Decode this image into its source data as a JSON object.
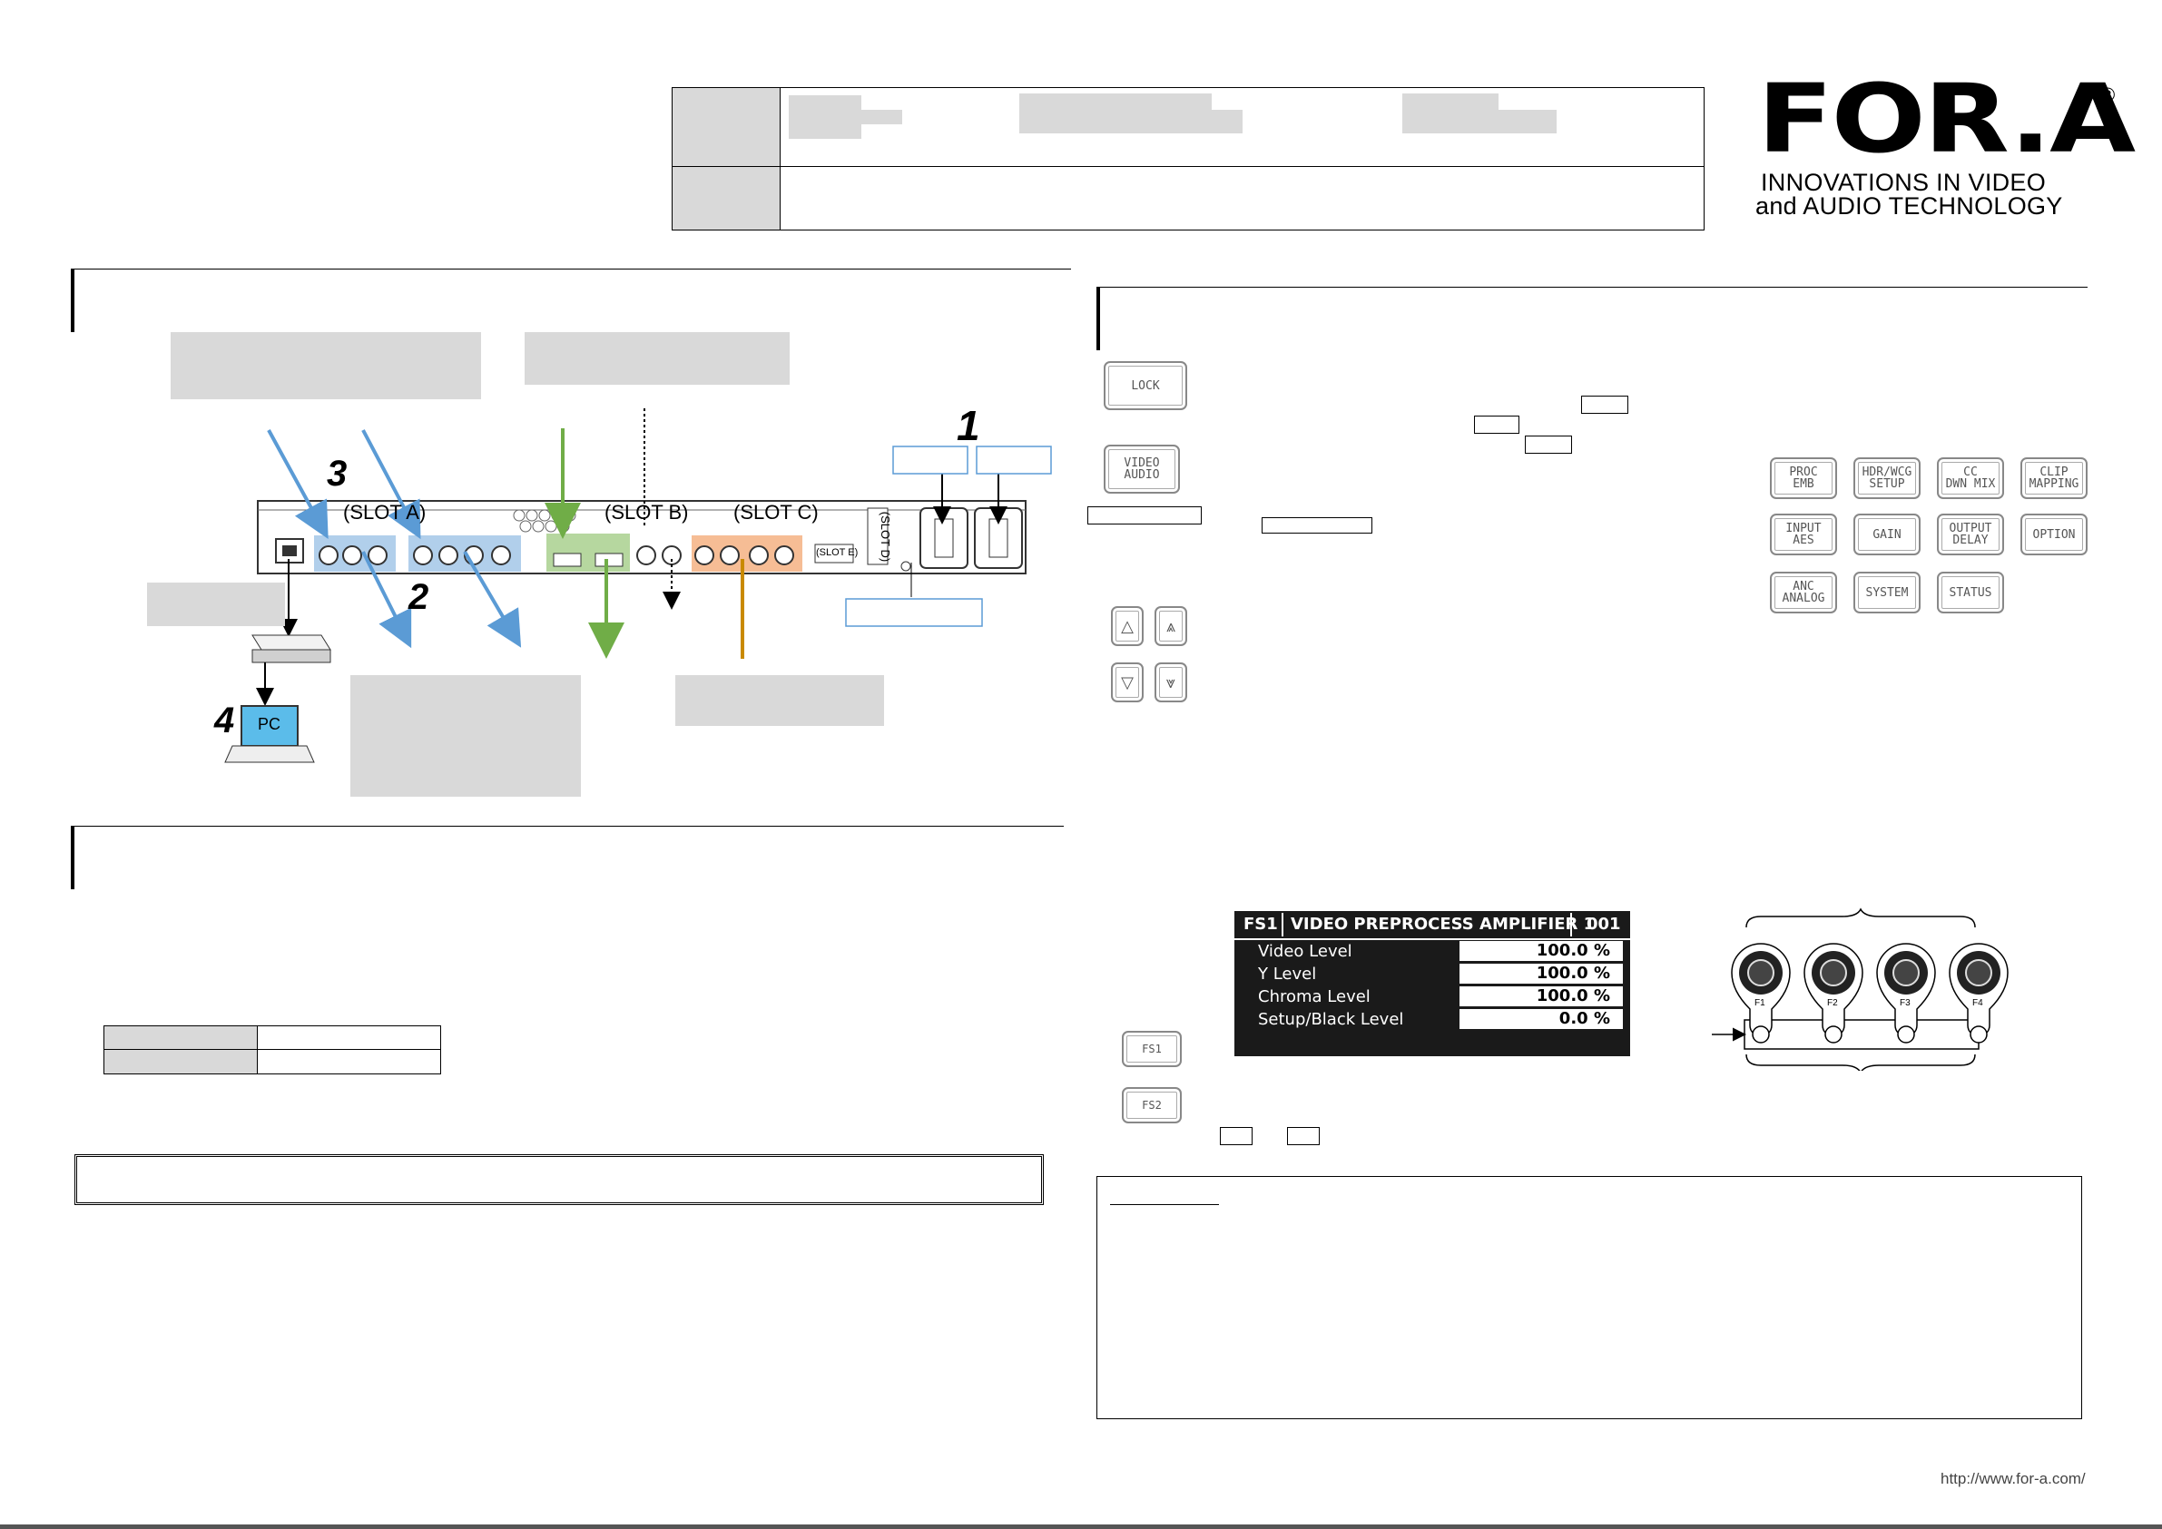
{
  "logo": {
    "brand": "FOR.A",
    "registered": "®",
    "tagline_1": "INNOVATIONS IN VIDEO",
    "tagline_2": "and AUDIO TECHNOLOGY"
  },
  "rear_panel": {
    "slot_a": "(SLOT A)",
    "slot_b": "(SLOT B)",
    "slot_c": "(SLOT C)",
    "slot_d": "(SLOT D)",
    "slot_e": "(SLOT E)",
    "step_1": "1",
    "step_2": "2",
    "step_3": "3",
    "step_4": "4",
    "pc_label": "PC"
  },
  "front_panel": {
    "lock_button": "LOCK",
    "video_audio_button": "VIDEO\nAUDIO",
    "function_buttons": [
      "PROC\nEMB",
      "HDR/WCG\nSETUP",
      "CC\nDWN MIX",
      "CLIP\nMAPPING",
      "INPUT\nAES",
      "GAIN",
      "OUTPUT\nDELAY",
      "OPTION",
      "ANC\nANALOG",
      "SYSTEM",
      "STATUS"
    ],
    "arrow_keys": [
      "△",
      "⩓",
      "▽",
      "⩔"
    ],
    "fs1_button": "FS1",
    "fs2_button": "FS2"
  },
  "lcd_menu": {
    "id": "FS1",
    "title": "VIDEO PREPROCESS AMPLIFIER 1",
    "page": "001",
    "rows": [
      {
        "label": "Video Level",
        "value": "100.0 %"
      },
      {
        "label": "Y Level",
        "value": "100.0 %"
      },
      {
        "label": "Chroma Level",
        "value": "100.0 %"
      },
      {
        "label": "Setup/Black Level",
        "value": "0.0 %"
      }
    ]
  },
  "knobs": {
    "labels": [
      "F1",
      "F2",
      "F3",
      "F4"
    ]
  },
  "footer": {
    "url": "http://www.for-a.com/"
  }
}
